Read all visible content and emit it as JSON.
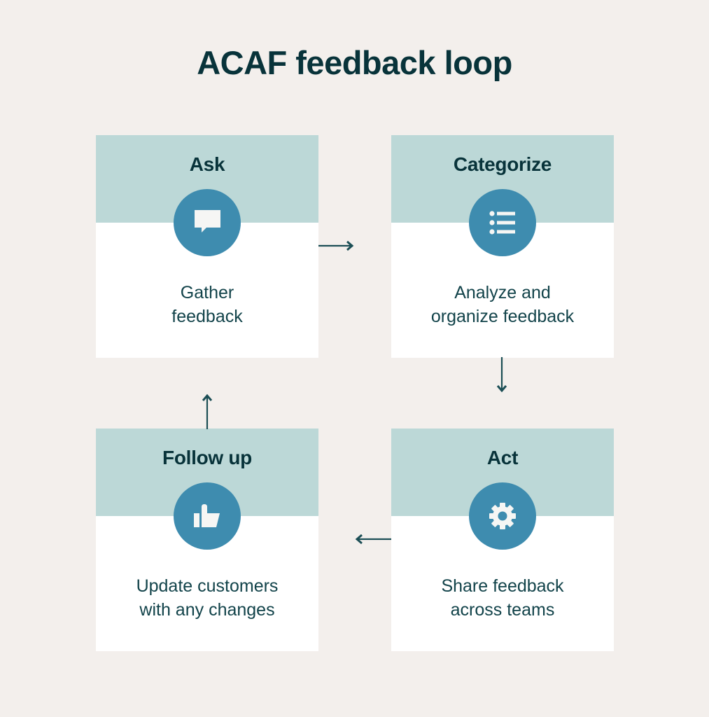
{
  "title": "ACAF feedback loop",
  "colors": {
    "background": "#f3efec",
    "card_header": "#bcd8d7",
    "card_body": "#ffffff",
    "icon_circle": "#3e8caf",
    "text_dark": "#08333a",
    "arrow": "#1b4e55"
  },
  "steps": [
    {
      "label": "Ask",
      "icon": "speech-bubble-icon",
      "description": [
        "Gather",
        "feedback"
      ]
    },
    {
      "label": "Categorize",
      "icon": "bulleted-list-icon",
      "description": [
        "Analyze and",
        "organize feedback"
      ]
    },
    {
      "label": "Act",
      "icon": "gear-icon",
      "description": [
        "Share feedback",
        "across teams"
      ]
    },
    {
      "label": "Follow up",
      "icon": "thumbs-up-icon",
      "description": [
        "Update customers",
        "with any changes"
      ]
    }
  ],
  "flow": [
    {
      "from": "Ask",
      "to": "Categorize",
      "direction": "right"
    },
    {
      "from": "Categorize",
      "to": "Act",
      "direction": "down"
    },
    {
      "from": "Act",
      "to": "Follow up",
      "direction": "left"
    },
    {
      "from": "Follow up",
      "to": "Ask",
      "direction": "up"
    }
  ]
}
